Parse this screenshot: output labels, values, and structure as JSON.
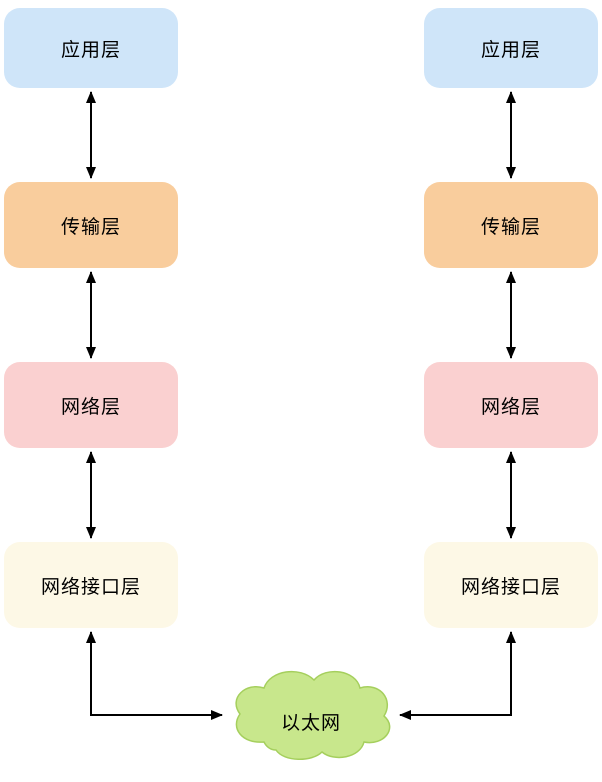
{
  "layers": [
    {
      "label": "应用层",
      "fill": "#cfe5f9"
    },
    {
      "label": "传输层",
      "fill": "#f9cd9d"
    },
    {
      "label": "网络层",
      "fill": "#fad0d0"
    },
    {
      "label": "网络接口层",
      "fill": "#fdf8e6"
    }
  ],
  "ethernet": {
    "label": "以太网",
    "fill": "#c8e78c",
    "stroke": "#a5cf5d"
  },
  "colors": {
    "arrow": "#000000",
    "label_text": "#000000",
    "background": "#ffffff"
  }
}
